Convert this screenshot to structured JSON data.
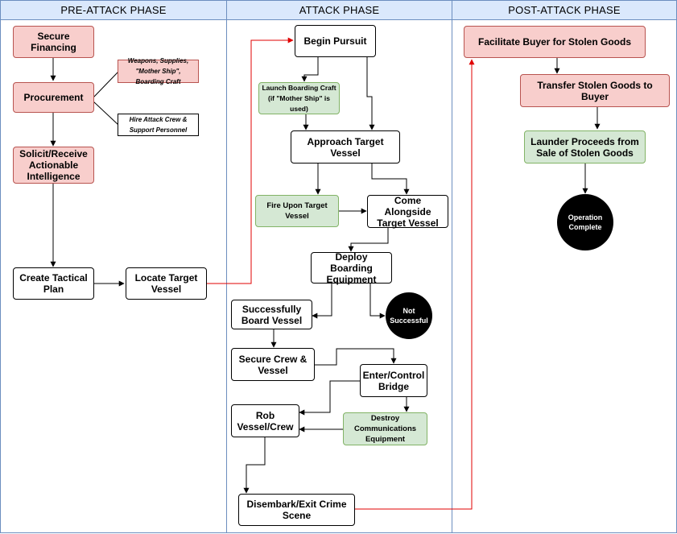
{
  "lanes": {
    "pre": "PRE-ATTACK PHASE",
    "attack": "ATTACK PHASE",
    "post": "POST-ATTACK PHASE"
  },
  "nodes": {
    "secure_financing": "Secure Financing",
    "procurement": "Procurement",
    "weapons_note": "Weapons, Supplies, \"Mother Ship\", Boarding Craft",
    "hire_note": "Hire Attack Crew & Support Personnel",
    "solicit_intel": "Solicit/Receive Actionable Intelligence",
    "tactical_plan": "Create Tactical Plan",
    "locate_target": "Locate Target Vessel",
    "begin_pursuit": "Begin Pursuit",
    "launch_craft": "Launch Boarding Craft (if \"Mother Ship\" is used)",
    "approach_target": "Approach Target Vessel",
    "fire_upon": "Fire Upon Target Vessel",
    "come_alongside": "Come Alongside Target Vessel",
    "deploy_equipment": "Deploy Boarding Equipment",
    "not_successful": "Not Successful",
    "board_vessel": "Successfully Board Vessel",
    "secure_crew": "Secure Crew & Vessel",
    "enter_bridge": "Enter/Control Bridge",
    "rob_vessel": "Rob Vessel/Crew",
    "destroy_comms": "Destroy Communications Equipment",
    "disembark": "Disembark/Exit Crime Scene",
    "facilitate_buyer": "Facilitate Buyer for Stolen Goods",
    "transfer_goods": "Transfer Stolen Goods to Buyer",
    "launder": "Launder Proceeds from Sale of Stolen Goods",
    "operation_complete": "Operation Complete"
  },
  "colors": {
    "lane_border": "#6c8ebf",
    "lane_header": "#dae8fc",
    "red_fill": "#f8cecc",
    "red_border": "#b85450",
    "green_fill": "#d5e8d4",
    "green_border": "#82b366",
    "cross_phase_arrow": "#e00000"
  }
}
